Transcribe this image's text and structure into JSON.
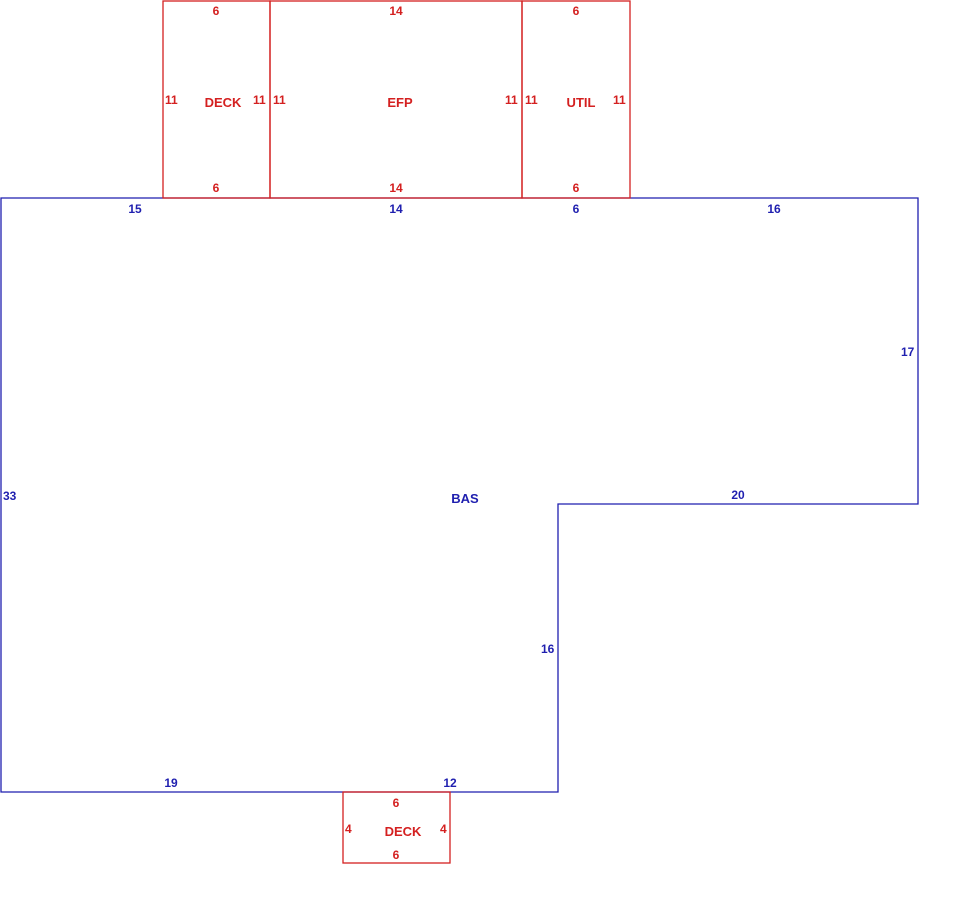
{
  "colors": {
    "primary": "#1f1faf",
    "secondary": "#d42020"
  },
  "main_area": {
    "label": "BAS",
    "dims": {
      "top_left": "15",
      "top_mid": "14",
      "top_util": "6",
      "top_right": "16",
      "right": "17",
      "notch_top": "20",
      "notch_side": "16",
      "left": "33",
      "bottom_left": "19",
      "bottom_mid": "12"
    }
  },
  "deck_top": {
    "label": "DECK",
    "top": "6",
    "bottom": "6",
    "left": "11",
    "right": "11"
  },
  "efp": {
    "label": "EFP",
    "top": "14",
    "bottom": "14",
    "left": "11",
    "right": "11"
  },
  "util": {
    "label": "UTIL",
    "top": "6",
    "bottom": "6",
    "left": "11",
    "right": "11"
  },
  "deck_bottom": {
    "label": "DECK",
    "top": "6",
    "bottom": "6",
    "left": "4",
    "right": "4"
  }
}
